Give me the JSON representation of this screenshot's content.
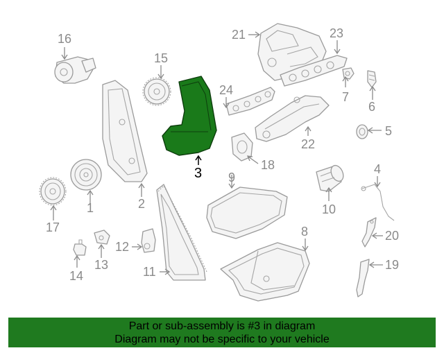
{
  "diagram": {
    "highlight_color": "#1a7a1a",
    "banner_color": "#1f7a1f",
    "selected_callout": "3",
    "callouts": [
      "1",
      "2",
      "3",
      "4",
      "5",
      "6",
      "7",
      "8",
      "9",
      "10",
      "11",
      "12",
      "13",
      "14",
      "15",
      "16",
      "17",
      "18",
      "19",
      "20",
      "21",
      "22",
      "23",
      "24"
    ],
    "parts": [
      {
        "number": "1",
        "icon": "crankshaft-pulley-icon"
      },
      {
        "number": "2",
        "icon": "lower-timing-cover-icon"
      },
      {
        "number": "3",
        "icon": "upper-timing-cover-icon"
      },
      {
        "number": "4",
        "icon": "dipstick-tube-icon"
      },
      {
        "number": "5",
        "icon": "seal-ring-icon"
      },
      {
        "number": "6",
        "icon": "sensor-icon"
      },
      {
        "number": "7",
        "icon": "sensor-icon"
      },
      {
        "number": "8",
        "icon": "oil-pan-icon"
      },
      {
        "number": "9",
        "icon": "oil-pan-gasket-icon"
      },
      {
        "number": "10",
        "icon": "oil-filter-icon"
      },
      {
        "number": "11",
        "icon": "timing-belt-icon"
      },
      {
        "number": "12",
        "icon": "tensioner-icon"
      },
      {
        "number": "13",
        "icon": "bracket-icon"
      },
      {
        "number": "14",
        "icon": "sensor-icon"
      },
      {
        "number": "15",
        "icon": "camshaft-gear-icon"
      },
      {
        "number": "16",
        "icon": "water-pump-icon"
      },
      {
        "number": "17",
        "icon": "crankshaft-gear-icon"
      },
      {
        "number": "18",
        "icon": "gasket-icon"
      },
      {
        "number": "19",
        "icon": "dipstick-icon"
      },
      {
        "number": "20",
        "icon": "bracket-icon"
      },
      {
        "number": "21",
        "icon": "intake-manifold-icon"
      },
      {
        "number": "22",
        "icon": "exhaust-manifold-icon"
      },
      {
        "number": "23",
        "icon": "intake-gasket-icon"
      },
      {
        "number": "24",
        "icon": "exhaust-gasket-icon"
      }
    ]
  },
  "footer": {
    "line1": "Part or sub-assembly is #3 in diagram",
    "line2": "Diagram may not be specific to your vehicle"
  }
}
